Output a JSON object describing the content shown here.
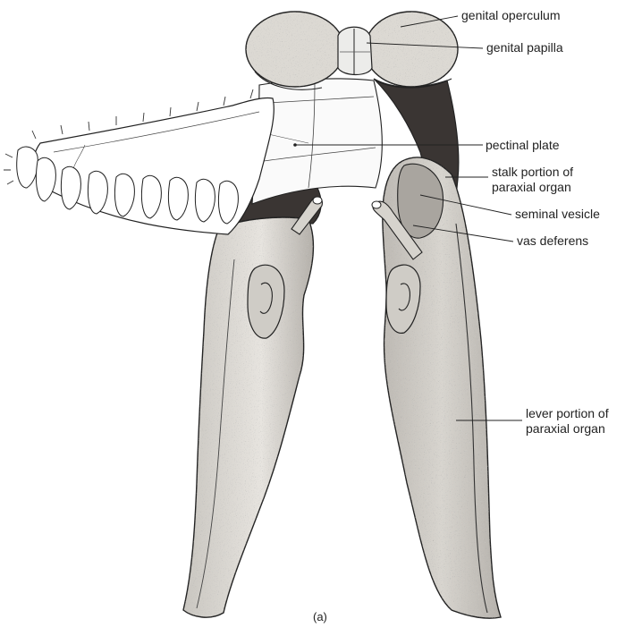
{
  "figure": {
    "caption": "(a)",
    "labels": {
      "genital_operculum": "genital operculum",
      "genital_papilla": "genital papilla",
      "pectinal_plate": "pectinal plate",
      "stalk_paraxial_1": "stalk portion of",
      "stalk_paraxial_2": "paraxial organ",
      "seminal_vesicle": "seminal vesicle",
      "vas_deferens": "vas deferens",
      "lever_paraxial_1": "lever portion of",
      "lever_paraxial_2": "paraxial organ"
    }
  }
}
